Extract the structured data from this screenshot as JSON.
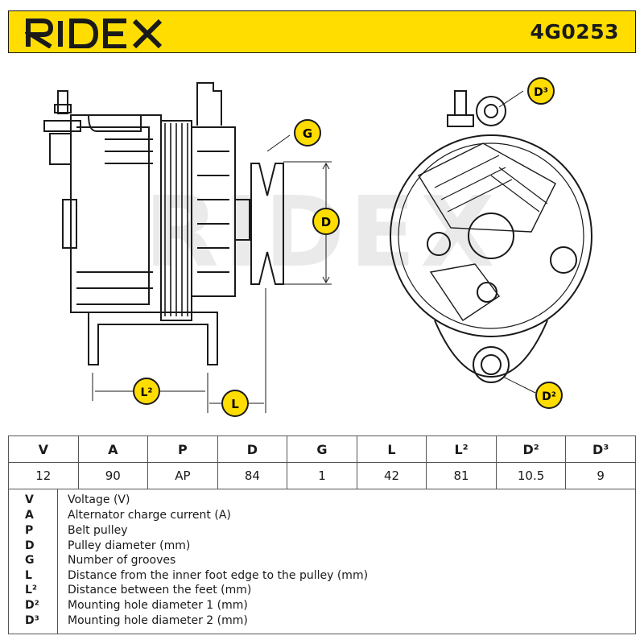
{
  "header": {
    "brand": "RIDEX",
    "part_number": "4G0253",
    "accent_color": "#ffdd00"
  },
  "drawing": {
    "badges": {
      "G": "G",
      "D": "D",
      "L2": "L²",
      "L": "L",
      "D2": "D²",
      "D3": "D³"
    },
    "watermark": "RIDEX"
  },
  "specs": {
    "headers": [
      "V",
      "A",
      "P",
      "D",
      "G",
      "L",
      "L²",
      "D²",
      "D³"
    ],
    "values": [
      "12",
      "90",
      "AP",
      "84",
      "1",
      "42",
      "81",
      "10.5",
      "9"
    ]
  },
  "legend": [
    {
      "key": "V",
      "text": "Voltage (V)"
    },
    {
      "key": "A",
      "text": "Alternator charge current (A)"
    },
    {
      "key": "P",
      "text": "Belt pulley"
    },
    {
      "key": "D",
      "text": "Pulley diameter (mm)"
    },
    {
      "key": "G",
      "text": "Number of grooves"
    },
    {
      "key": "L",
      "text": "Distance from the inner foot edge to the pulley (mm)"
    },
    {
      "key": "L²",
      "text": "Distance between the feet (mm)"
    },
    {
      "key": "D²",
      "text": "Mounting hole diameter 1 (mm)"
    },
    {
      "key": "D³",
      "text": "Mounting hole diameter 2 (mm)"
    }
  ]
}
